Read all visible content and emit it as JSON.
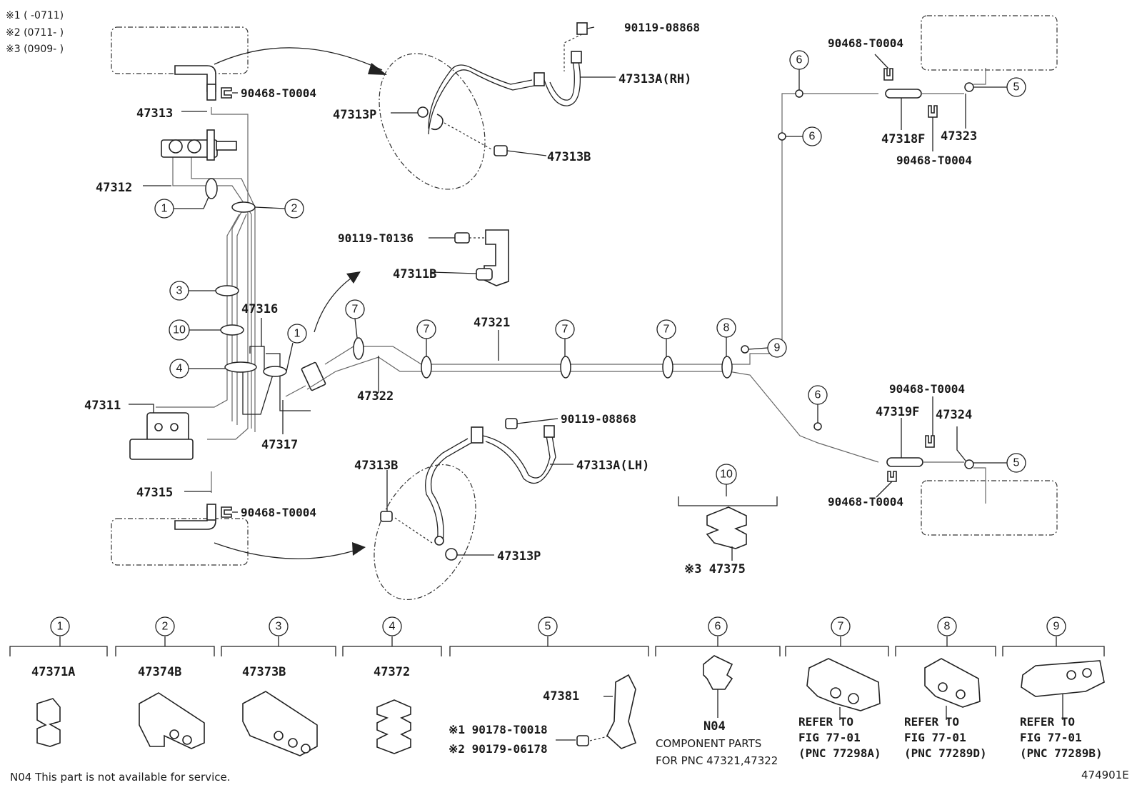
{
  "notes": {
    "n1": "※1 (      -0711)",
    "n2": "※2 (0711-       )",
    "n3": "※3 (0909-       )"
  },
  "labels": {
    "p47313": "47313",
    "p47312": "47312",
    "p47311": "47311",
    "p47316": "47316",
    "p47317": "47317",
    "p47315": "47315",
    "p47322": "47322",
    "p47321": "47321",
    "p47311B": "47311B",
    "p90119_T0136": "90119-T0136",
    "p90119_08868_top": "90119-08868",
    "p47313A_RH": "47313A(RH)",
    "p47313P_top": "47313P",
    "p47313B_top": "47313B",
    "p90468_top_left": "90468-T0004",
    "p90468_bottom_left": "90468-T0004",
    "p90119_08868_bot": "90119-08868",
    "p47313A_LH": "47313A(LH)",
    "p47313B_bot": "47313B",
    "p47313P_bot": "47313P",
    "p90468_right_top": "90468-T0004",
    "p47318F": "47318F",
    "p47323": "47323",
    "p90468_right_mid": "90468-T0004",
    "p90468_right_low": "90468-T0004",
    "p47319F": "47319F",
    "p47324": "47324",
    "p90468_right_bot": "90468-T0004",
    "p47375": "※3 47375"
  },
  "legend": {
    "i1": {
      "num": "1",
      "part": "47371A"
    },
    "i2": {
      "num": "2",
      "part": "47374B"
    },
    "i3": {
      "num": "3",
      "part": "47373B"
    },
    "i4": {
      "num": "4",
      "part": "47372"
    },
    "i5": {
      "num": "5",
      "part": "47381",
      "sub1": "※1 90178-T0018",
      "sub2": "※2 90179-06178"
    },
    "i6": {
      "num": "6",
      "part": "N04",
      "desc1": "COMPONENT PARTS",
      "desc2": "FOR PNC 47321,47322"
    },
    "i7": {
      "num": "7",
      "line1": "REFER TO",
      "line2": "FIG 77-01",
      "line3": "(PNC 77298A)"
    },
    "i8": {
      "num": "8",
      "line1": "REFER TO",
      "line2": "FIG 77-01",
      "line3": "(PNC 77289D)"
    },
    "i9": {
      "num": "9",
      "line1": "REFER TO",
      "line2": "FIG 77-01",
      "line3": "(PNC 77289B)"
    },
    "i10": {
      "num": "10"
    }
  },
  "footer": {
    "note": "N04 This part is not available for service.",
    "code": "474901E"
  }
}
